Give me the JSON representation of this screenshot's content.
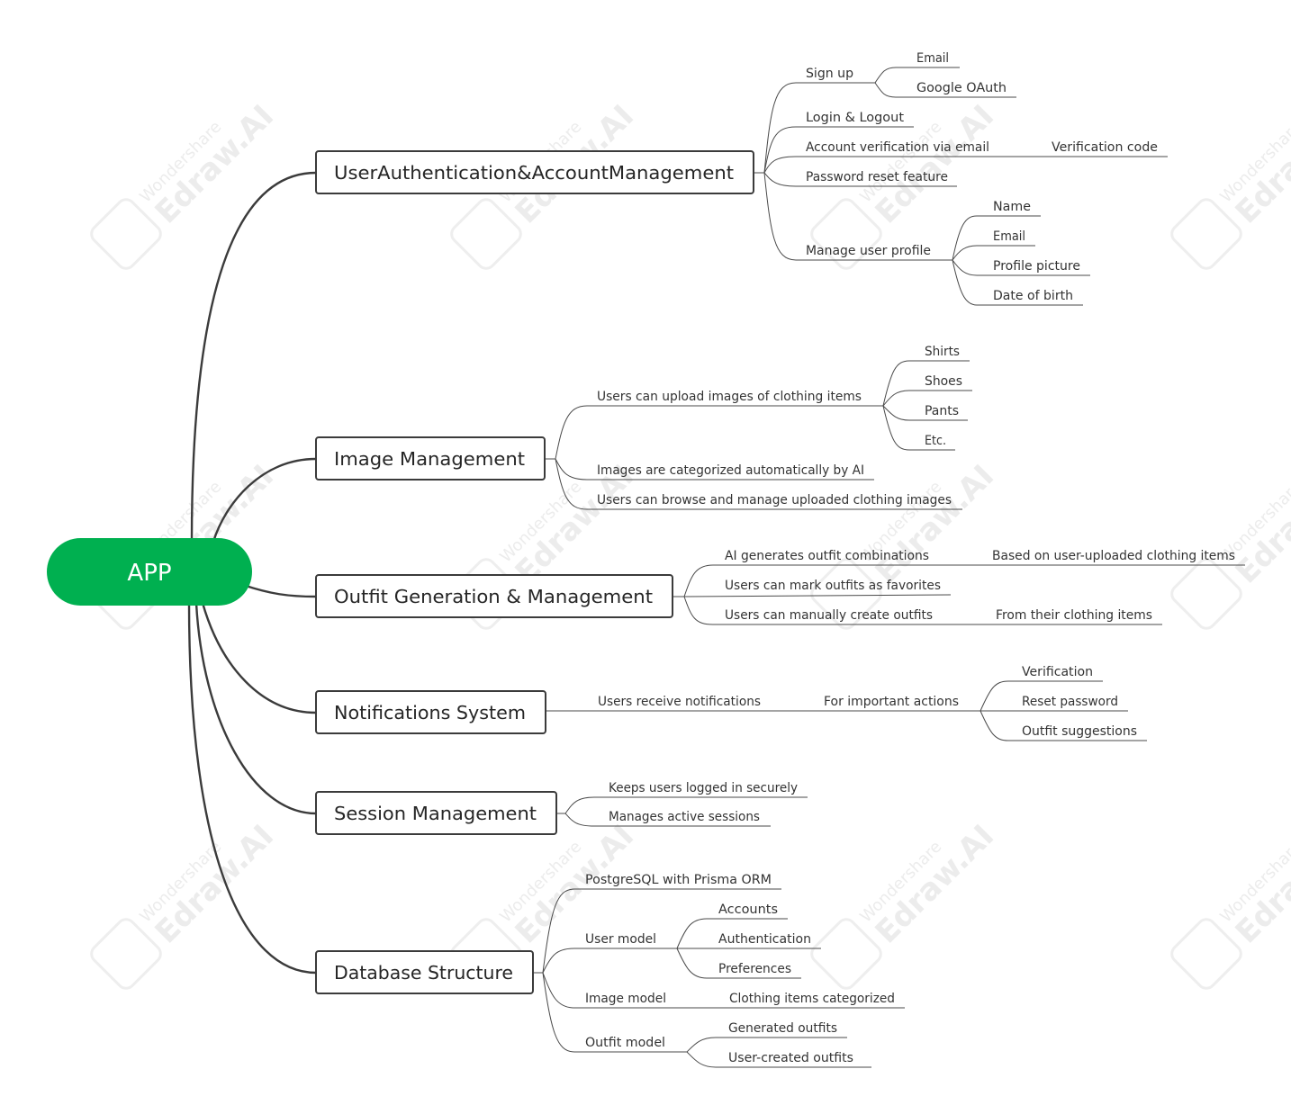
{
  "root": {
    "label": "APP"
  },
  "topics": [
    {
      "key": "auth",
      "label": "UserAuthentication&AccountManagement"
    },
    {
      "key": "image",
      "label": "Image Management"
    },
    {
      "key": "outfit",
      "label": "Outfit Generation & Management"
    },
    {
      "key": "notif",
      "label": "Notifications System"
    },
    {
      "key": "session",
      "label": "Session Management"
    },
    {
      "key": "db",
      "label": "Database Structure"
    }
  ],
  "auth": {
    "sign_up": "Sign up",
    "email": "Email",
    "google_oauth": "Google OAuth",
    "login_logout": "Login & Logout",
    "account_verification": "Account verification via email",
    "verification_code": "Verification code",
    "password_reset": "Password reset feature",
    "manage_profile": "Manage user profile",
    "profile_name": "Name",
    "profile_email": "Email",
    "profile_picture": "Profile picture",
    "profile_dob": "Date of birth"
  },
  "image": {
    "upload": "Users can upload images of clothing items",
    "shirts": "Shirts",
    "shoes": "Shoes",
    "pants": "Pants",
    "etc": "Etc.",
    "categorized": "Images are categorized automatically by AI",
    "browse": "Users can browse and manage uploaded clothing images"
  },
  "outfit": {
    "ai_generates": "AI generates outfit combinations",
    "based_on": "Based on user-uploaded clothing items",
    "favorites": "Users can mark outfits as favorites",
    "manual": "Users can manually create outfits",
    "from_items": "From their clothing items"
  },
  "notif": {
    "receive": "Users receive notifications",
    "important": "For important actions",
    "verification": "Verification",
    "reset_password": "Reset password",
    "suggestions": "Outfit suggestions"
  },
  "session": {
    "logged_in": "Keeps users logged in securely",
    "active": "Manages active sessions"
  },
  "db": {
    "postgres": "PostgreSQL with Prisma ORM",
    "user_model": "User model",
    "accounts": "Accounts",
    "authentication": "Authentication",
    "preferences": "Preferences",
    "image_model": "Image model",
    "clothing_categorized": "Clothing items categorized",
    "outfit_model": "Outfit model",
    "generated": "Generated outfits",
    "user_created": "User-created outfits"
  },
  "watermark": {
    "brand": "Wondershare",
    "product": "Edraw.AI"
  },
  "colors": {
    "root": "#00b050",
    "lines": "#3b3b3b",
    "text": "#333333"
  }
}
